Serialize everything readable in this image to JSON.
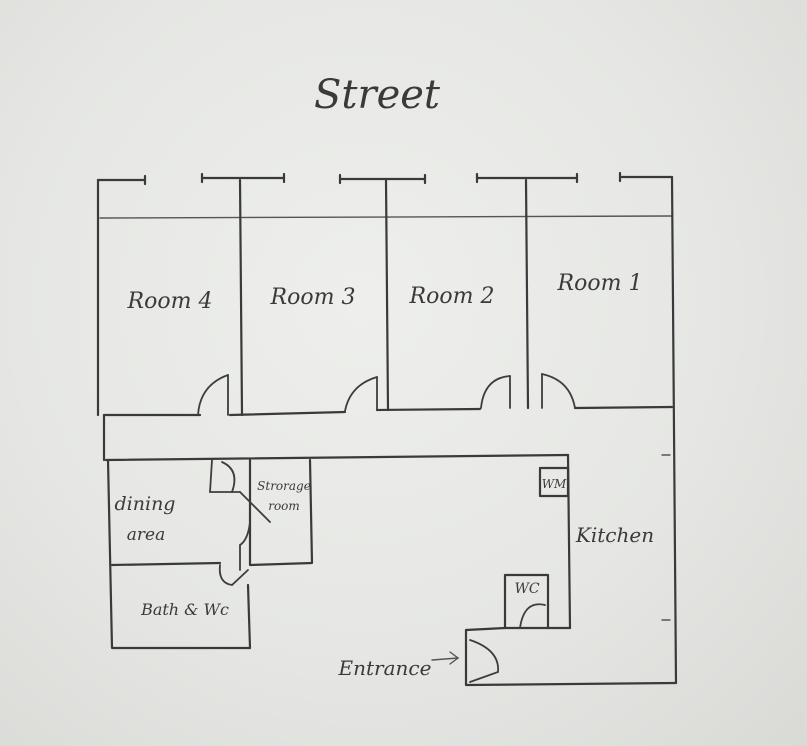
{
  "title": "Street",
  "rooms": {
    "room4": "Room 4",
    "room3": "Room 3",
    "room2": "Room 2",
    "room1": "Room 1",
    "dining_line1": "dining",
    "dining_line2": "area",
    "storage_line1": "Strorage",
    "storage_line2": "room",
    "bath": "Bath & Wc",
    "wm": "WM",
    "kitchen": "Kitchen",
    "wc": "WC",
    "entrance": "Entrance"
  },
  "colors": {
    "paper": "#e6e7e4",
    "ink": "#3a3a3a"
  }
}
